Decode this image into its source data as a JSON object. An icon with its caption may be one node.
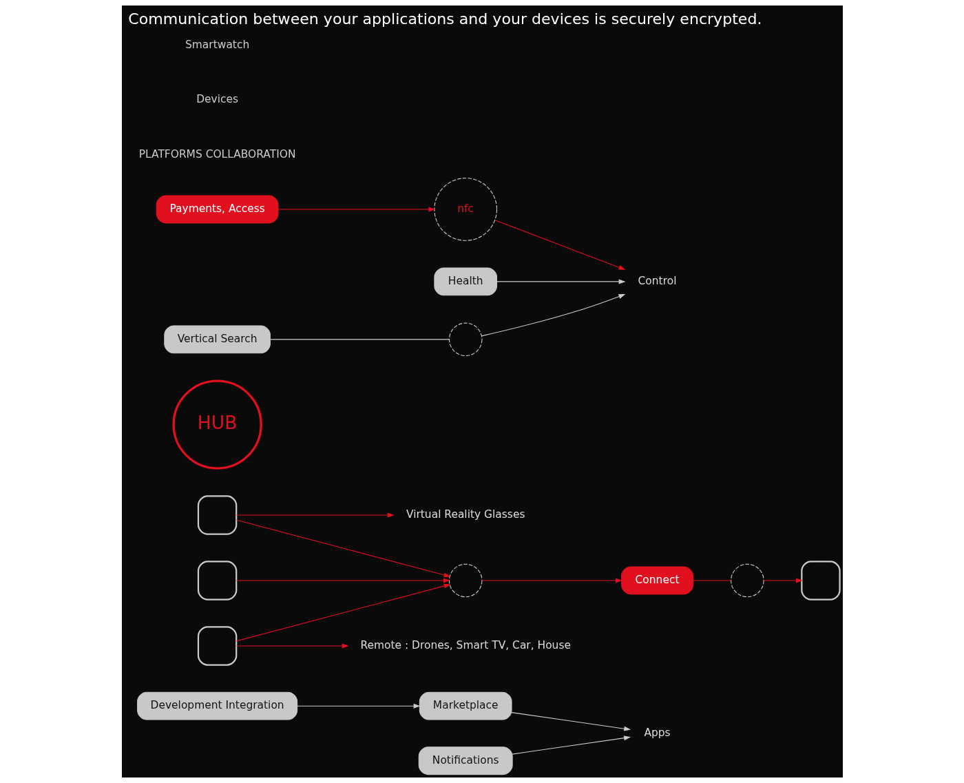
{
  "diagram": {
    "title": "Communication between your applications and your devices is securely encrypted.",
    "nodes": [
      {
        "text": [
          "Development Integration"
        ]
      },
      {
        "text": [
          "Marketplace"
        ]
      },
      {
        "text": [
          "Notifications"
        ]
      },
      {
        "text": [
          "Apps"
        ]
      },
      {
        "text": [
          "Virtual Reality Glasses"
        ]
      },
      {
        "text": [],
        "shape": "box"
      },
      {
        "text": [],
        "shape": "box"
      },
      {
        "text": [],
        "shape": "box"
      },
      {
        "text": [],
        "shape": "circle"
      },
      {
        "text": [
          "Connect"
        ]
      },
      {
        "text": [],
        "shape": "circle"
      },
      {
        "text": [
          "HUB"
        ]
      },
      {
        "text": [],
        "shape": "box"
      },
      {
        "text": [
          "Remote : Drones, Smart TV, Car, House"
        ]
      },
      {
        "text": [
          "Control"
        ]
      },
      {
        "text": [
          "Payments, Access"
        ]
      },
      {
        "text": [
          "nfc"
        ]
      },
      {
        "text": [
          "Health"
        ]
      },
      {
        "text": [],
        "shape": "circle"
      },
      {
        "text": [
          "Vertical Search"
        ]
      }
    ],
    "edges": [
      {
        "from": 0,
        "to": 1,
        "arrow": "to",
        "color": "#cccccc"
      },
      {
        "from": 1,
        "to": 3,
        "arrow": "to",
        "color": "#cccccc"
      },
      {
        "from": 2,
        "to": 3,
        "arrow": "to",
        "color": "#cccccc"
      },
      {
        "from": 5,
        "to": 4,
        "arrow": "to"
      },
      {
        "from": 5,
        "to": 8,
        "arrow": "to"
      },
      {
        "from": 6,
        "to": 8,
        "arrow": "to"
      },
      {
        "from": 7,
        "to": 8,
        "arrow": "to"
      },
      {
        "from": 7,
        "to": 13,
        "arrow": "to"
      },
      {
        "from": 8,
        "to": 9,
        "arrow": "to"
      },
      {
        "from": 9,
        "to": 10,
        "arrow": "none"
      },
      {
        "from": 10,
        "to": 12,
        "arrow": "to"
      },
      {
        "from": 15,
        "to": 16,
        "arrow": "to"
      },
      {
        "from": 16,
        "to": 14,
        "arrow": "to"
      },
      {
        "from": 17,
        "to": 14,
        "arrow": "to",
        "color": "#cccccc"
      },
      {
        "from": 19,
        "to": 18,
        "arrow": "none",
        "color": "#cccccc"
      },
      {
        "from": 18,
        "to": 14,
        "arrow": "to",
        "color": "#cccccc"
      }
    ],
    "labels": [
      "PLATFORMS COLLABORATION",
      "Devices",
      "Smartwatch"
    ]
  }
}
